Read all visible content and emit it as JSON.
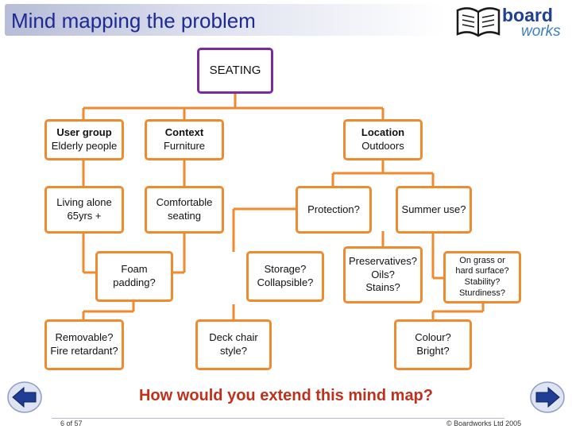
{
  "header": {
    "title": "Mind mapping the problem",
    "logo_text_top": "board",
    "logo_text_bottom": "works"
  },
  "map": {
    "root": "SEATING",
    "branches": [
      {
        "title": "User group",
        "value": "Elderly people"
      },
      {
        "title": "Context",
        "value": "Furniture"
      },
      {
        "title": "Location",
        "value": "Outdoors"
      }
    ],
    "user_group_children": [
      "Living alone",
      "65yrs +"
    ],
    "context_children": [
      "Comfortable",
      "seating"
    ],
    "protection": "Protection?",
    "summer": "Summer use?",
    "foam": [
      "Foam",
      "padding?"
    ],
    "storage": [
      "Storage?",
      "Collapsible?"
    ],
    "preservatives": [
      "Preservatives?",
      "Oils?",
      "Stains?"
    ],
    "surface": [
      "On grass or",
      "hard surface?",
      "Stability?",
      "Sturdiness?"
    ],
    "removable": [
      "Removable?",
      "Fire retardant?"
    ],
    "deck_chair": [
      "Deck chair",
      "style?"
    ],
    "colour": [
      "Colour?",
      "Bright?"
    ]
  },
  "question": "How would you extend this mind map?",
  "footer": {
    "page": "6 of 57",
    "copyright": "© Boardworks Ltd 2005"
  },
  "colors": {
    "title_blue": "#1c2a92",
    "node_border": "#f08a2e",
    "root_border": "#7b2b9c",
    "question_red": "#c0311c",
    "nav_blue": "#1f3f94"
  },
  "icons": [
    "book-icon",
    "previous-arrow-icon",
    "next-arrow-icon"
  ]
}
